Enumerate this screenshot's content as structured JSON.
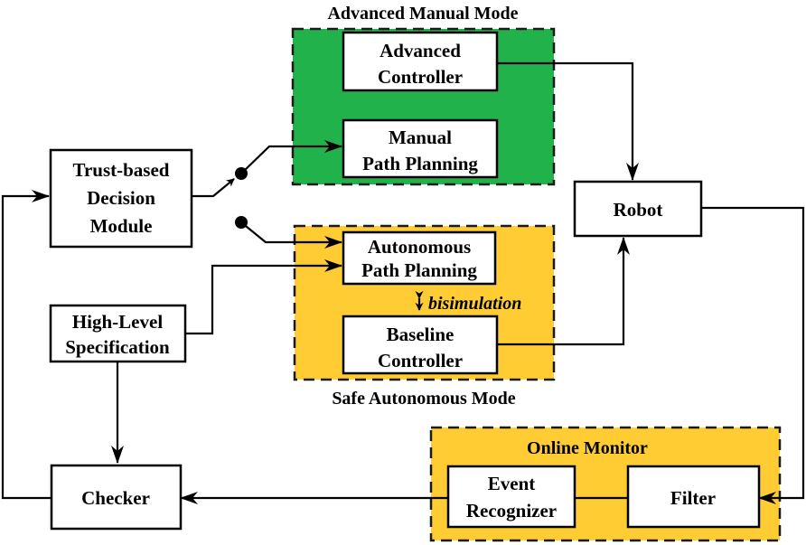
{
  "colors": {
    "manual_zone": "#22b24c",
    "autonomous_zone": "#ffcc33",
    "monitor_zone": "#ffcc33",
    "line": "#000000"
  },
  "zones": {
    "manual": {
      "title": "Advanced Manual Mode"
    },
    "autonomous": {
      "title": "Safe Autonomous Mode"
    },
    "monitor": {
      "title": "Online Monitor"
    }
  },
  "blocks": {
    "advanced_controller": [
      "Advanced",
      "Controller"
    ],
    "manual_path_planning": [
      "Manual",
      "Path Planning"
    ],
    "trust_module": [
      "Trust-based",
      "Decision",
      "Module"
    ],
    "robot": [
      "Robot"
    ],
    "autonomous_path_planning": [
      "Autonomous",
      "Path Planning"
    ],
    "baseline_controller": [
      "Baseline",
      "Controller"
    ],
    "high_level_spec": [
      "High-Level",
      "Specification"
    ],
    "checker": [
      "Checker"
    ],
    "event_recognizer": [
      "Event",
      "Recognizer"
    ],
    "filter": [
      "Filter"
    ]
  },
  "relation_label": "bisimulation"
}
